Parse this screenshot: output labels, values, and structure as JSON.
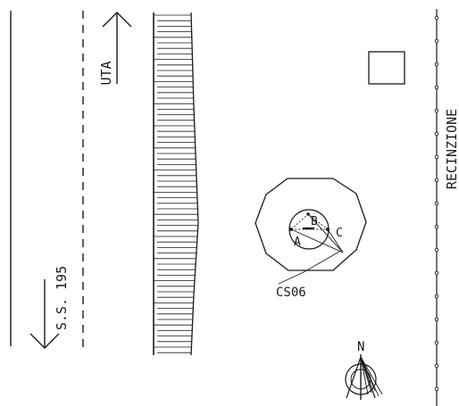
{
  "labels": {
    "road_name": "S.S. 195",
    "uta": "UTA",
    "fence": "RECINZIONE",
    "point_a": "A",
    "point_b": "B",
    "point_c": "C",
    "station": "CS06",
    "north": "N"
  },
  "colors": {
    "ink": "#1a1a1a",
    "paper": "#ffffff"
  },
  "icons": {
    "north_symbol": "north-arrow-icon",
    "arrows": "direction-arrow-icon"
  }
}
